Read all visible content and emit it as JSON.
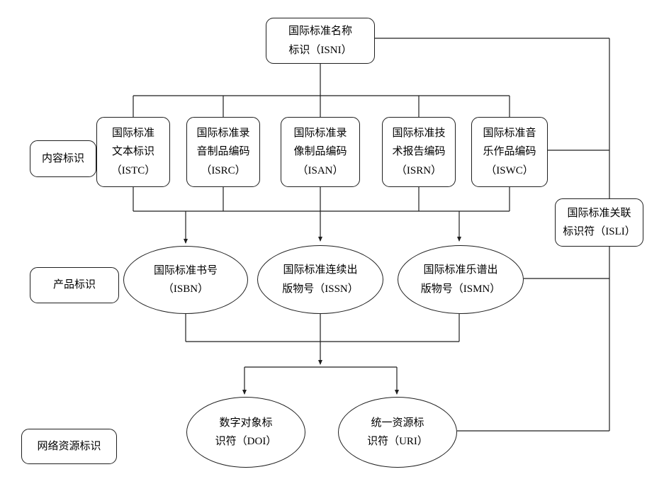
{
  "diagram": {
    "colors": {
      "background": "#ffffff",
      "line": "#1f1f1f",
      "text": "#000000"
    },
    "group_labels": {
      "content": "内容标识",
      "product": "产品标识",
      "network": "网络资源标识"
    },
    "nodes": {
      "isni": {
        "id": "ISNI",
        "lines": [
          "国际标准名称",
          "标识（ISNI）"
        ]
      },
      "istc": {
        "id": "ISTC",
        "lines": [
          "国际标准",
          "文本标识",
          "（ISTC）"
        ]
      },
      "isrc": {
        "id": "ISRC",
        "lines": [
          "国际标准录",
          "音制品编码",
          "（ISRC）"
        ]
      },
      "isan": {
        "id": "ISAN",
        "lines": [
          "国际标准录",
          "像制品编码",
          "（ISAN）"
        ]
      },
      "isrn": {
        "id": "ISRN",
        "lines": [
          "国际标准技",
          "术报告编码",
          "（ISRN）"
        ]
      },
      "iswc": {
        "id": "ISWC",
        "lines": [
          "国际标准音",
          "乐作品编码",
          "（ISWC）"
        ]
      },
      "isli": {
        "id": "ISLI",
        "lines": [
          "国际标准关联",
          "标识符（ISLI）"
        ]
      },
      "isbn": {
        "id": "ISBN",
        "lines": [
          "国际标准书号",
          "（ISBN）"
        ]
      },
      "issn": {
        "id": "ISSN",
        "lines": [
          "国际标准连续出",
          "版物号（ISSN）"
        ]
      },
      "ismn": {
        "id": "ISMN",
        "lines": [
          "国际标准乐谱出",
          "版物号（ISMN）"
        ]
      },
      "doi": {
        "id": "DOI",
        "lines": [
          "数字对象标",
          "识符（DOI）"
        ]
      },
      "uri": {
        "id": "URI",
        "lines": [
          "统一资源标",
          "识符（URI）"
        ]
      }
    }
  }
}
